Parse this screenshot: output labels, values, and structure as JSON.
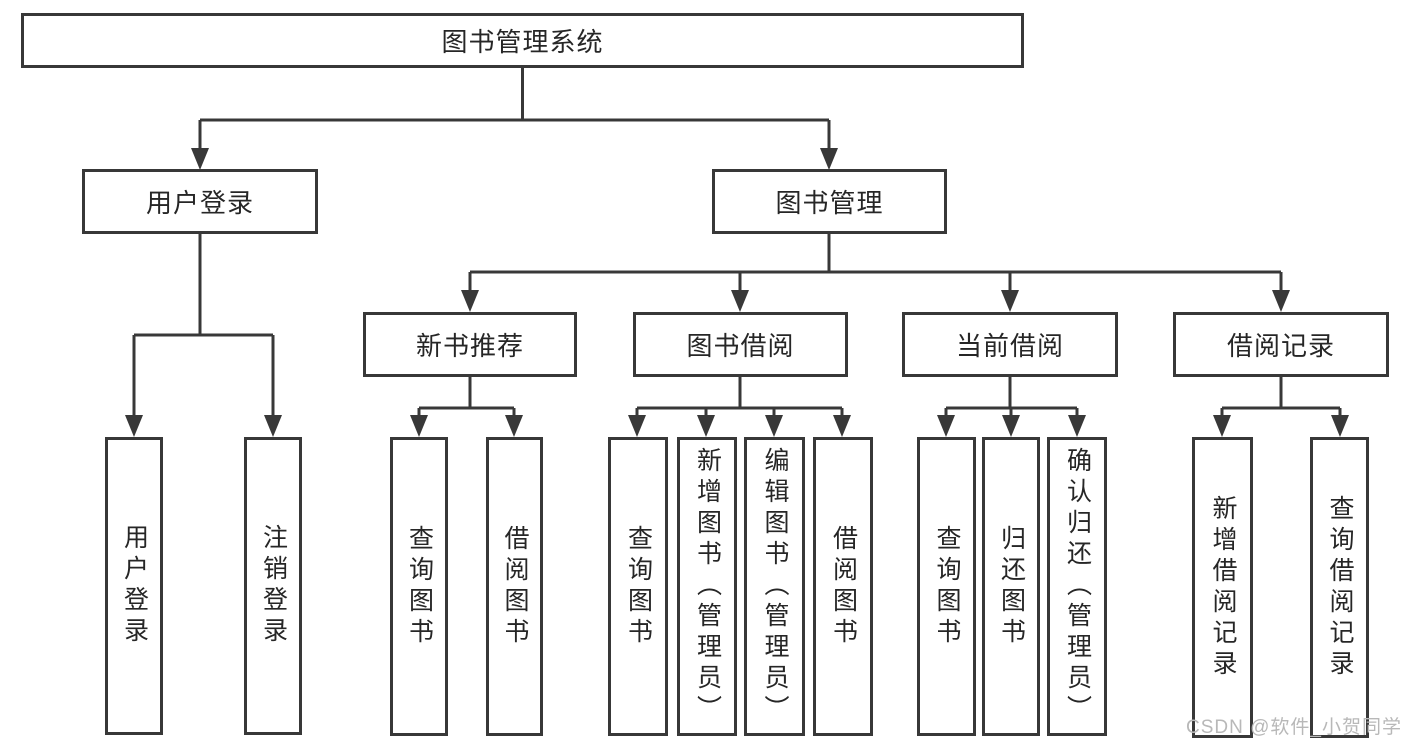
{
  "diagram": {
    "type": "hierarchy",
    "root": {
      "label": "图书管理系统"
    },
    "branches": {
      "user_login": {
        "label": "用户登录",
        "children": {
          "login": {
            "label": "用户登录"
          },
          "logout": {
            "label": "注销登录"
          }
        }
      },
      "book_mgmt": {
        "label": "图书管理",
        "sections": {
          "new_book_rec": {
            "label": "新书推荐",
            "children": {
              "query": {
                "label": "查询图书"
              },
              "borrow": {
                "label": "借阅图书"
              }
            }
          },
          "book_borrow": {
            "label": "图书借阅",
            "children": {
              "query": {
                "label": "查询图书"
              },
              "add": {
                "label": "新增图书（管理员）"
              },
              "edit": {
                "label": "编辑图书（管理员）"
              },
              "borrow": {
                "label": "借阅图书"
              }
            }
          },
          "current_borrow": {
            "label": "当前借阅",
            "children": {
              "query": {
                "label": "查询图书"
              },
              "return": {
                "label": "归还图书"
              },
              "confirm": {
                "label": "确认归还（管理员）"
              }
            }
          },
          "borrow_records": {
            "label": "借阅记录",
            "children": {
              "add": {
                "label": "新增借阅记录"
              },
              "query": {
                "label": "查询借阅记录"
              }
            }
          }
        }
      }
    }
  },
  "watermark": {
    "text": "CSDN @软件_小贺同学"
  },
  "colors": {
    "line": "#383838",
    "box_border": "#383838",
    "text": "#262626",
    "watermark": "#b8b8b8",
    "background": "#ffffff"
  }
}
